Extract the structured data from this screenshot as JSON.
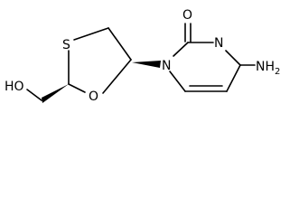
{
  "molecule": {
    "atoms": {
      "oxygen_carbonyl": "O",
      "nitrogen_ring_1": "N",
      "nitrogen_ring_3": "N",
      "amino": "NH2",
      "sulfur": "S",
      "oxygen_ring": "O",
      "hydroxyl": "HO"
    },
    "colors": {
      "ink": "#000000",
      "background": "#ffffff"
    }
  }
}
